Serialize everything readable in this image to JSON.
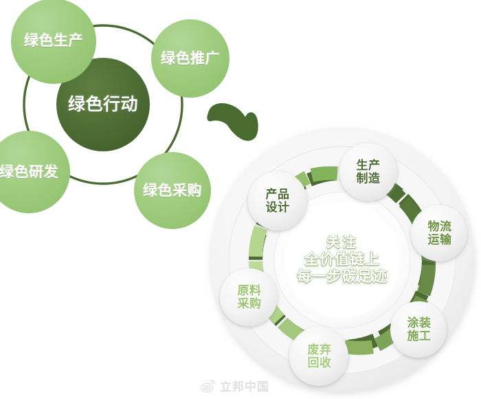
{
  "colors": {
    "background": "#ffffff",
    "core_dark_green": "#4c6b33",
    "satellite_green": "#9ecb7c",
    "ring_stroke": "#4c6b33",
    "arrow_green": "#4a6b2f",
    "disc_gray": "#f1f1f1",
    "seg_darkest": "#4c6b33",
    "seg_dark": "#5b7d3a",
    "seg_mid_dark": "#6e9246",
    "seg_mid": "#7fa754",
    "seg_light": "#9bc473",
    "seg_lighter": "#aed48c",
    "seg_lightest": "#c2e0a6",
    "node_bubble": "#f4f4f4",
    "text_white": "#ffffff",
    "watermark_gray": "#9a9a9a"
  },
  "left_cluster": {
    "name": "green-action-cluster",
    "core": {
      "label": "绿色行动",
      "color": "#4c6b33"
    },
    "satellites": [
      {
        "id": "green-production",
        "label": "绿色生产",
        "color": "#9ecb7c"
      },
      {
        "id": "green-promotion",
        "label": "绿色推广",
        "color": "#9ecb7c"
      },
      {
        "id": "green-procurement",
        "label": "绿色采购",
        "color": "#9ecb7c"
      },
      {
        "id": "green-rnd",
        "label": "绿色研发",
        "color": "#9ecb7c"
      }
    ]
  },
  "arrow": {
    "name": "curved-arrow",
    "color": "#4a6b2f"
  },
  "right_cluster": {
    "name": "value-chain-ring",
    "center_text": {
      "line1": "关注",
      "line2": "全价值链上",
      "line3": "每一步碳足迹"
    },
    "nodes": [
      {
        "id": "production-manufacturing",
        "line1": "生产",
        "line2": "制造",
        "color": "#4c6b33"
      },
      {
        "id": "logistics-transport",
        "line1": "物流",
        "line2": "运输",
        "color": "#6e9246"
      },
      {
        "id": "coating-construction",
        "line1": "涂装",
        "line2": "施工",
        "color": "#7fa754"
      },
      {
        "id": "waste-recycling",
        "line1": "废弃",
        "line2": "回收",
        "color": "#a3cd7e"
      },
      {
        "id": "raw-material-procurement",
        "line1": "原料",
        "line2": "采购",
        "color": "#9bc473"
      },
      {
        "id": "product-design",
        "line1": "产品",
        "line2": "设计",
        "color": "#4c6b33"
      }
    ],
    "segments": [
      {
        "id": "seg-1",
        "color": "#4c6b33"
      },
      {
        "id": "seg-2",
        "color": "#4c6b33"
      },
      {
        "id": "seg-3",
        "color": "#567737"
      },
      {
        "id": "seg-4",
        "color": "#5f8240"
      },
      {
        "id": "seg-5",
        "color": "#6e9246"
      },
      {
        "id": "seg-6",
        "color": "#78a04d"
      },
      {
        "id": "seg-7",
        "color": "#82a957"
      },
      {
        "id": "seg-8",
        "color": "#8fb767"
      },
      {
        "id": "seg-9",
        "color": "#9bc473"
      },
      {
        "id": "seg-10",
        "color": "#a8ce81"
      },
      {
        "id": "seg-11",
        "color": "#b4d690"
      },
      {
        "id": "seg-12",
        "color": "#bedb9c"
      },
      {
        "id": "seg-13",
        "color": "#b0d38c"
      },
      {
        "id": "seg-14",
        "color": "#9ec978"
      },
      {
        "id": "seg-15",
        "color": "#8cbd66"
      },
      {
        "id": "seg-16",
        "color": "#7db258"
      }
    ]
  },
  "watermark": {
    "name": "weibo-watermark",
    "icon": "weibo-icon",
    "text": "立邦中国"
  }
}
